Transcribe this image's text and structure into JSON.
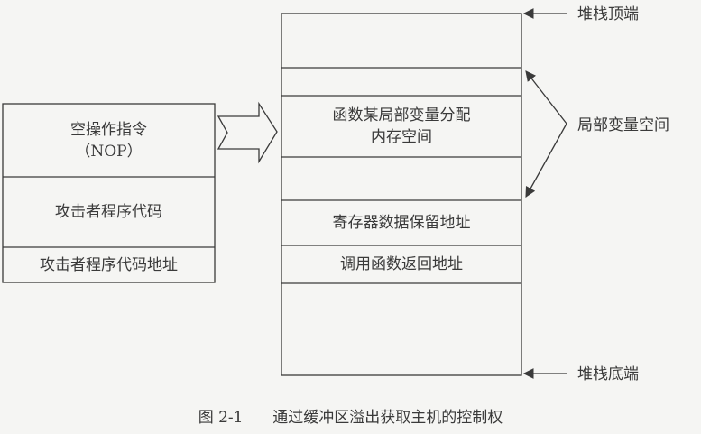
{
  "payload": {
    "nop_line1": "空操作指令",
    "nop_line2": "（NOP）",
    "attacker_code": "攻击者程序代码",
    "attacker_code_address": "攻击者程序代码地址"
  },
  "stack": {
    "local_var_line1": "函数某局部变量分配",
    "local_var_line2": "内存空间",
    "register_save": "寄存器数据保留地址",
    "return_address": "调用函数返回地址"
  },
  "annotations": {
    "stack_top": "堆栈顶端",
    "local_var_space": "局部变量空间",
    "stack_bottom": "堆栈底端"
  },
  "caption": {
    "number": "图 2-1",
    "text": "通过缓冲区溢出获取主机的控制权"
  }
}
